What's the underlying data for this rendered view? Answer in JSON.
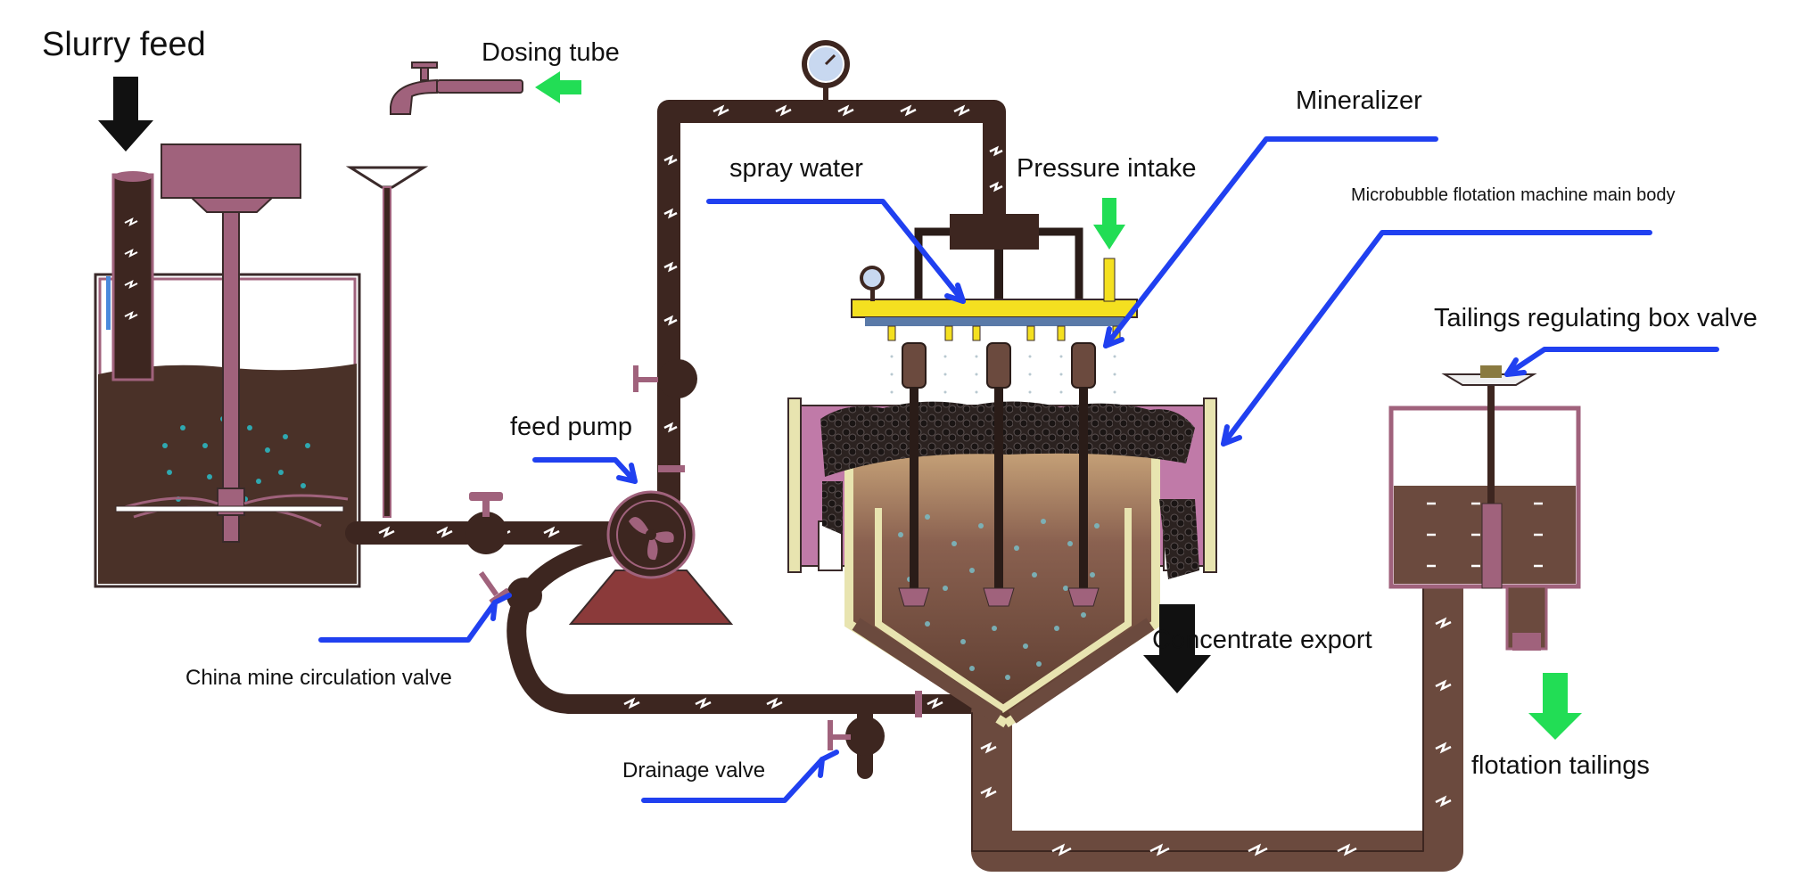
{
  "labels": {
    "slurry_feed": "Slurry feed",
    "dosing_tube": "Dosing tube",
    "spray_water": "spray water",
    "pressure_intake": "Pressure intake",
    "mineralizer": "Mineralizer",
    "main_body": "Microbubble flotation machine main body",
    "tailings_box_valve": "Tailings regulating box valve",
    "feed_pump": "feed pump",
    "concentrate_export": "Concentrate export",
    "circulation_valve": "China mine circulation valve",
    "drainage_valve": "Drainage valve",
    "flotation_tailings": "flotation tailings"
  },
  "colors": {
    "pipe": "#3d2620",
    "slurry": "#4a3128",
    "slurry_light": "#8a6150",
    "accent_purple": "#a0627c",
    "leader_blue": "#2040f0",
    "arrow_green": "#22dd55",
    "arrow_black": "#111111",
    "rotor_yellow": "#f4e020"
  }
}
